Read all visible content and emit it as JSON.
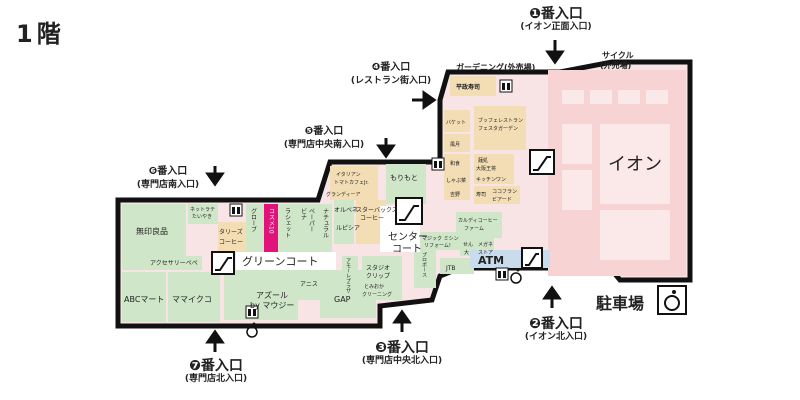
{
  "floor_label": "1階",
  "entrances": {
    "e1": {
      "title": "❶番入口",
      "sub": "(イオン正面入口)"
    },
    "e2": {
      "title": "❷番入口",
      "sub": "(イオン北入口)"
    },
    "e3": {
      "title": "❸番入口",
      "sub": "(専門店中央北入口)"
    },
    "e4": {
      "title": "❹番入口",
      "sub": "(レストラン街入口)"
    },
    "e5": {
      "title": "❺番入口",
      "sub": "(専門店中央南入口)"
    },
    "e6": {
      "title": "❻番入口",
      "sub": "(専門店南入口)"
    },
    "e7": {
      "title": "❼番入口",
      "sub": "(専門店北入口)"
    }
  },
  "outdoor": {
    "gardening": "ガーデニング(外売場)",
    "cycle1": "サイクル",
    "cycle2": "(外売場)"
  },
  "anchors": {
    "aeon": "イオン",
    "parking": "駐車場",
    "center_court_1": "センター",
    "center_court_2": "コート",
    "green_court": "グリーンコート",
    "atm": "ATM"
  },
  "shops": {
    "muji": "無印良品",
    "abc": "ABCマート",
    "mamaiko": "ママイクコ",
    "accessory": "アクセサリーペペ",
    "netsuke1": "ネットラテ",
    "netsuke2": "たいやき",
    "tullys1": "タリーズ",
    "tullys2": "コーヒー",
    "globe": "グローブ",
    "cosme": "コスメ10",
    "lasheet": "ラシェット",
    "bijin1": "ビナ",
    "bijin2": "ペーパー",
    "nature": "ナチュラル",
    "italian1": "イタリアン",
    "italian2": "トマトカフェJr.",
    "grandir": "グランディーア",
    "orbene": "オルベネ",
    "lupia": "ルピシア",
    "starbucks1": "スターバックス",
    "starbucks2": "コーヒー",
    "moritomo": "もりもと",
    "azur1": "アズール",
    "azur2": "by マウジー",
    "anis": "アニス",
    "gap": "GAP",
    "amore": "アモーレプラザ",
    "studio1": "スタジオ",
    "studio2": "クリップ",
    "tomizawa1": "とみおか",
    "tomizawa2": "クリーニング",
    "probose": "プロボース",
    "jtb": "JTB",
    "mimi": "マジック ミシン",
    "mimi2": "リフォーム!",
    "megane1": "メガネ",
    "megane2": "ストア",
    "sense": "せん",
    "sense2": "大",
    "kaldi1": "カルディコーヒー",
    "kaldi2": "ファーム",
    "hiraba": "平政寿司",
    "baket": "バケット",
    "kaichu": "風月",
    "buffet1": "ブッフェレストラン",
    "buffet2": "フェスタガーデン",
    "mochiya": "和食",
    "kitchen": "キッチンワン",
    "shaki": "しゃぶ菜",
    "yoshino": "吉野",
    "cocofuran1": "ココフラン",
    "cocofuran2": "ビアード",
    "sushi": "寿司",
    "osaka1": "麺処",
    "osaka2": "大阪王将"
  }
}
